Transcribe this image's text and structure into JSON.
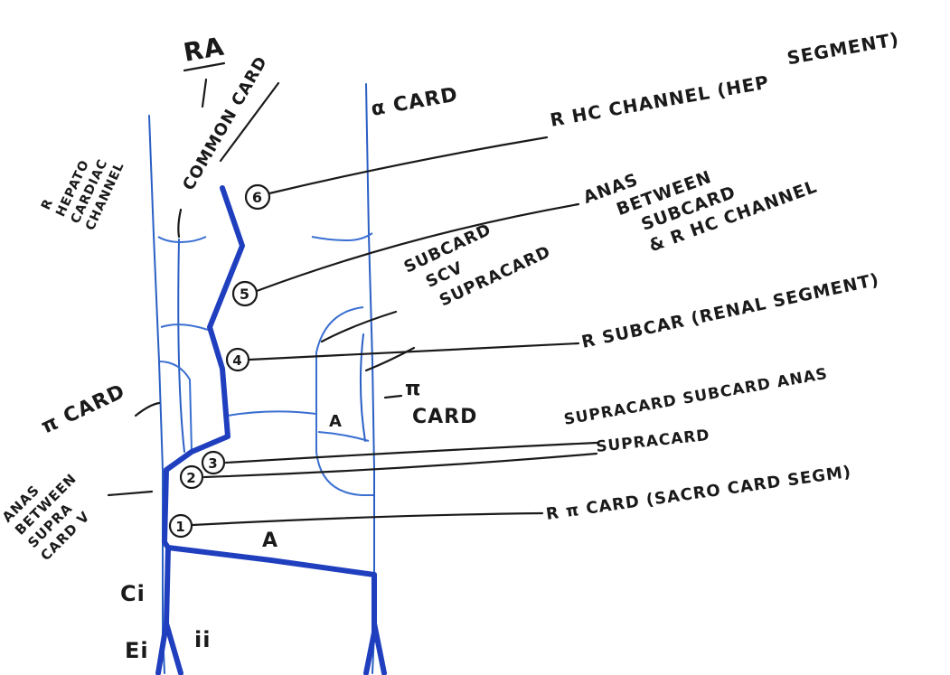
{
  "colors": {
    "vessel": "#2a5fc4",
    "vessel_dark": "#1f3fbf",
    "ink": "#1a1a1a"
  },
  "top_labels": {
    "ra": "RA",
    "common_card": "COMMON CARD",
    "alpha_card": "α CARD"
  },
  "left_labels": {
    "hepatocardiac": [
      "R",
      "HEPATO",
      "CARDIAC",
      "CHANNEL"
    ],
    "post_card": "π CARD",
    "anas": [
      "ANAS",
      "BETWEEN",
      "SUPRA",
      "CARD V"
    ],
    "ci": "Ci",
    "ei": "Ei",
    "ii": "ii"
  },
  "middle_labels": {
    "subcard_group": [
      "SUBCARD",
      "SCV",
      "SUPRACARD"
    ],
    "post_card_right": [
      "π",
      "CARD"
    ],
    "a_upper": "A",
    "a_lower": "A"
  },
  "segments": [
    {
      "num": "6",
      "label_lines": [
        "R HC CHANNEL (HEP",
        "SEGMENT)"
      ]
    },
    {
      "num": "5",
      "label_lines": [
        "ANAS",
        "BETWEEN",
        "SUBCARD",
        "& R HC CHANNEL"
      ]
    },
    {
      "num": "4",
      "label_lines": [
        "R SUBCAR (RENAL SEGMENT)"
      ]
    },
    {
      "num": "3",
      "label_lines": [
        "SUPRACARD SUBCARD ANAS"
      ]
    },
    {
      "num": "2",
      "label_lines": [
        "SUPRACARD"
      ]
    },
    {
      "num": "1",
      "label_lines": [
        "R π CARD (SACRO CARD SEGM)"
      ]
    }
  ]
}
